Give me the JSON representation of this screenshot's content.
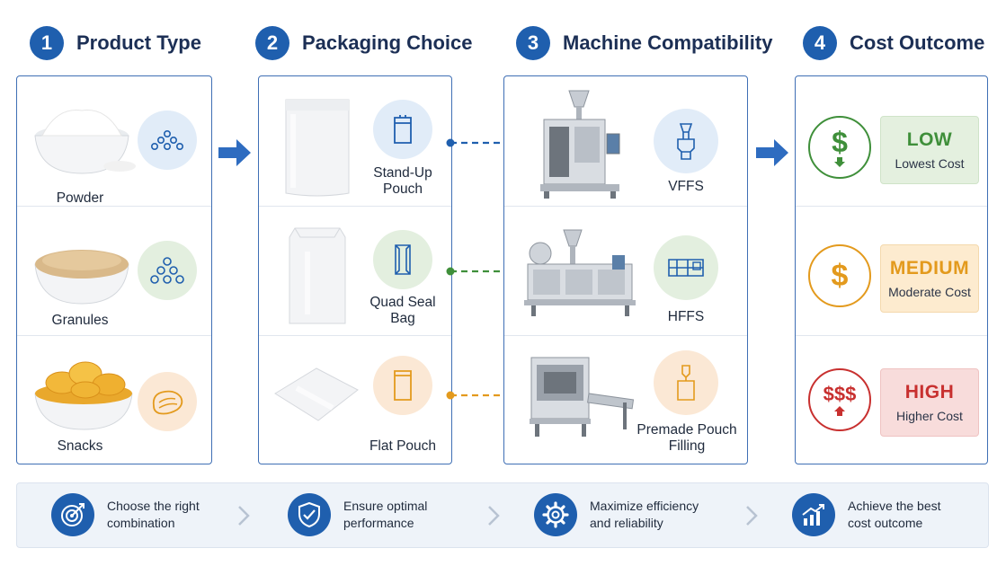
{
  "steps": [
    {
      "number": "1",
      "title": "Product Type"
    },
    {
      "number": "2",
      "title": "Packaging Choice"
    },
    {
      "number": "3",
      "title": "Machine Compatibility"
    },
    {
      "number": "4",
      "title": "Cost Outcome"
    }
  ],
  "products": [
    {
      "label": "Powder",
      "icon": "powder-pile-icon"
    },
    {
      "label": "Granules",
      "icon": "granules-icon"
    },
    {
      "label": "Snacks",
      "icon": "chip-icon"
    }
  ],
  "packaging": [
    {
      "label": "Stand-Up Pouch",
      "icon": "stand-up-pouch-icon"
    },
    {
      "label": "Quad Seal Bag",
      "icon": "quad-seal-bag-icon"
    },
    {
      "label": "Flat Pouch",
      "icon": "flat-pouch-icon"
    }
  ],
  "machines": [
    {
      "label": "VFFS",
      "icon": "vffs-icon"
    },
    {
      "label": "HFFS",
      "icon": "hffs-icon"
    },
    {
      "label": "Premade Pouch Filling",
      "icon": "premade-pouch-icon"
    }
  ],
  "costs": [
    {
      "symbol": "$",
      "level": "LOW",
      "description": "Lowest Cost",
      "color": "#3f8f3a"
    },
    {
      "symbol": "$",
      "level": "MEDIUM",
      "description": "Moderate Cost",
      "color": "#e39a1d"
    },
    {
      "symbol": "$$$",
      "level": "HIGH",
      "description": "Higher Cost",
      "color": "#c8302f"
    }
  ],
  "benefits": [
    {
      "text": "Choose the right combination",
      "icon": "target-icon"
    },
    {
      "text": "Ensure optimal performance",
      "icon": "shield-check-icon"
    },
    {
      "text": "Maximize efficiency and reliability",
      "icon": "gear-icon"
    },
    {
      "text": "Achieve the best cost outcome",
      "icon": "growth-chart-icon"
    }
  ],
  "colors": {
    "primary": "#1f5fae",
    "green": "#3f8f3a",
    "orange": "#e39a1d",
    "red": "#c8302f"
  }
}
